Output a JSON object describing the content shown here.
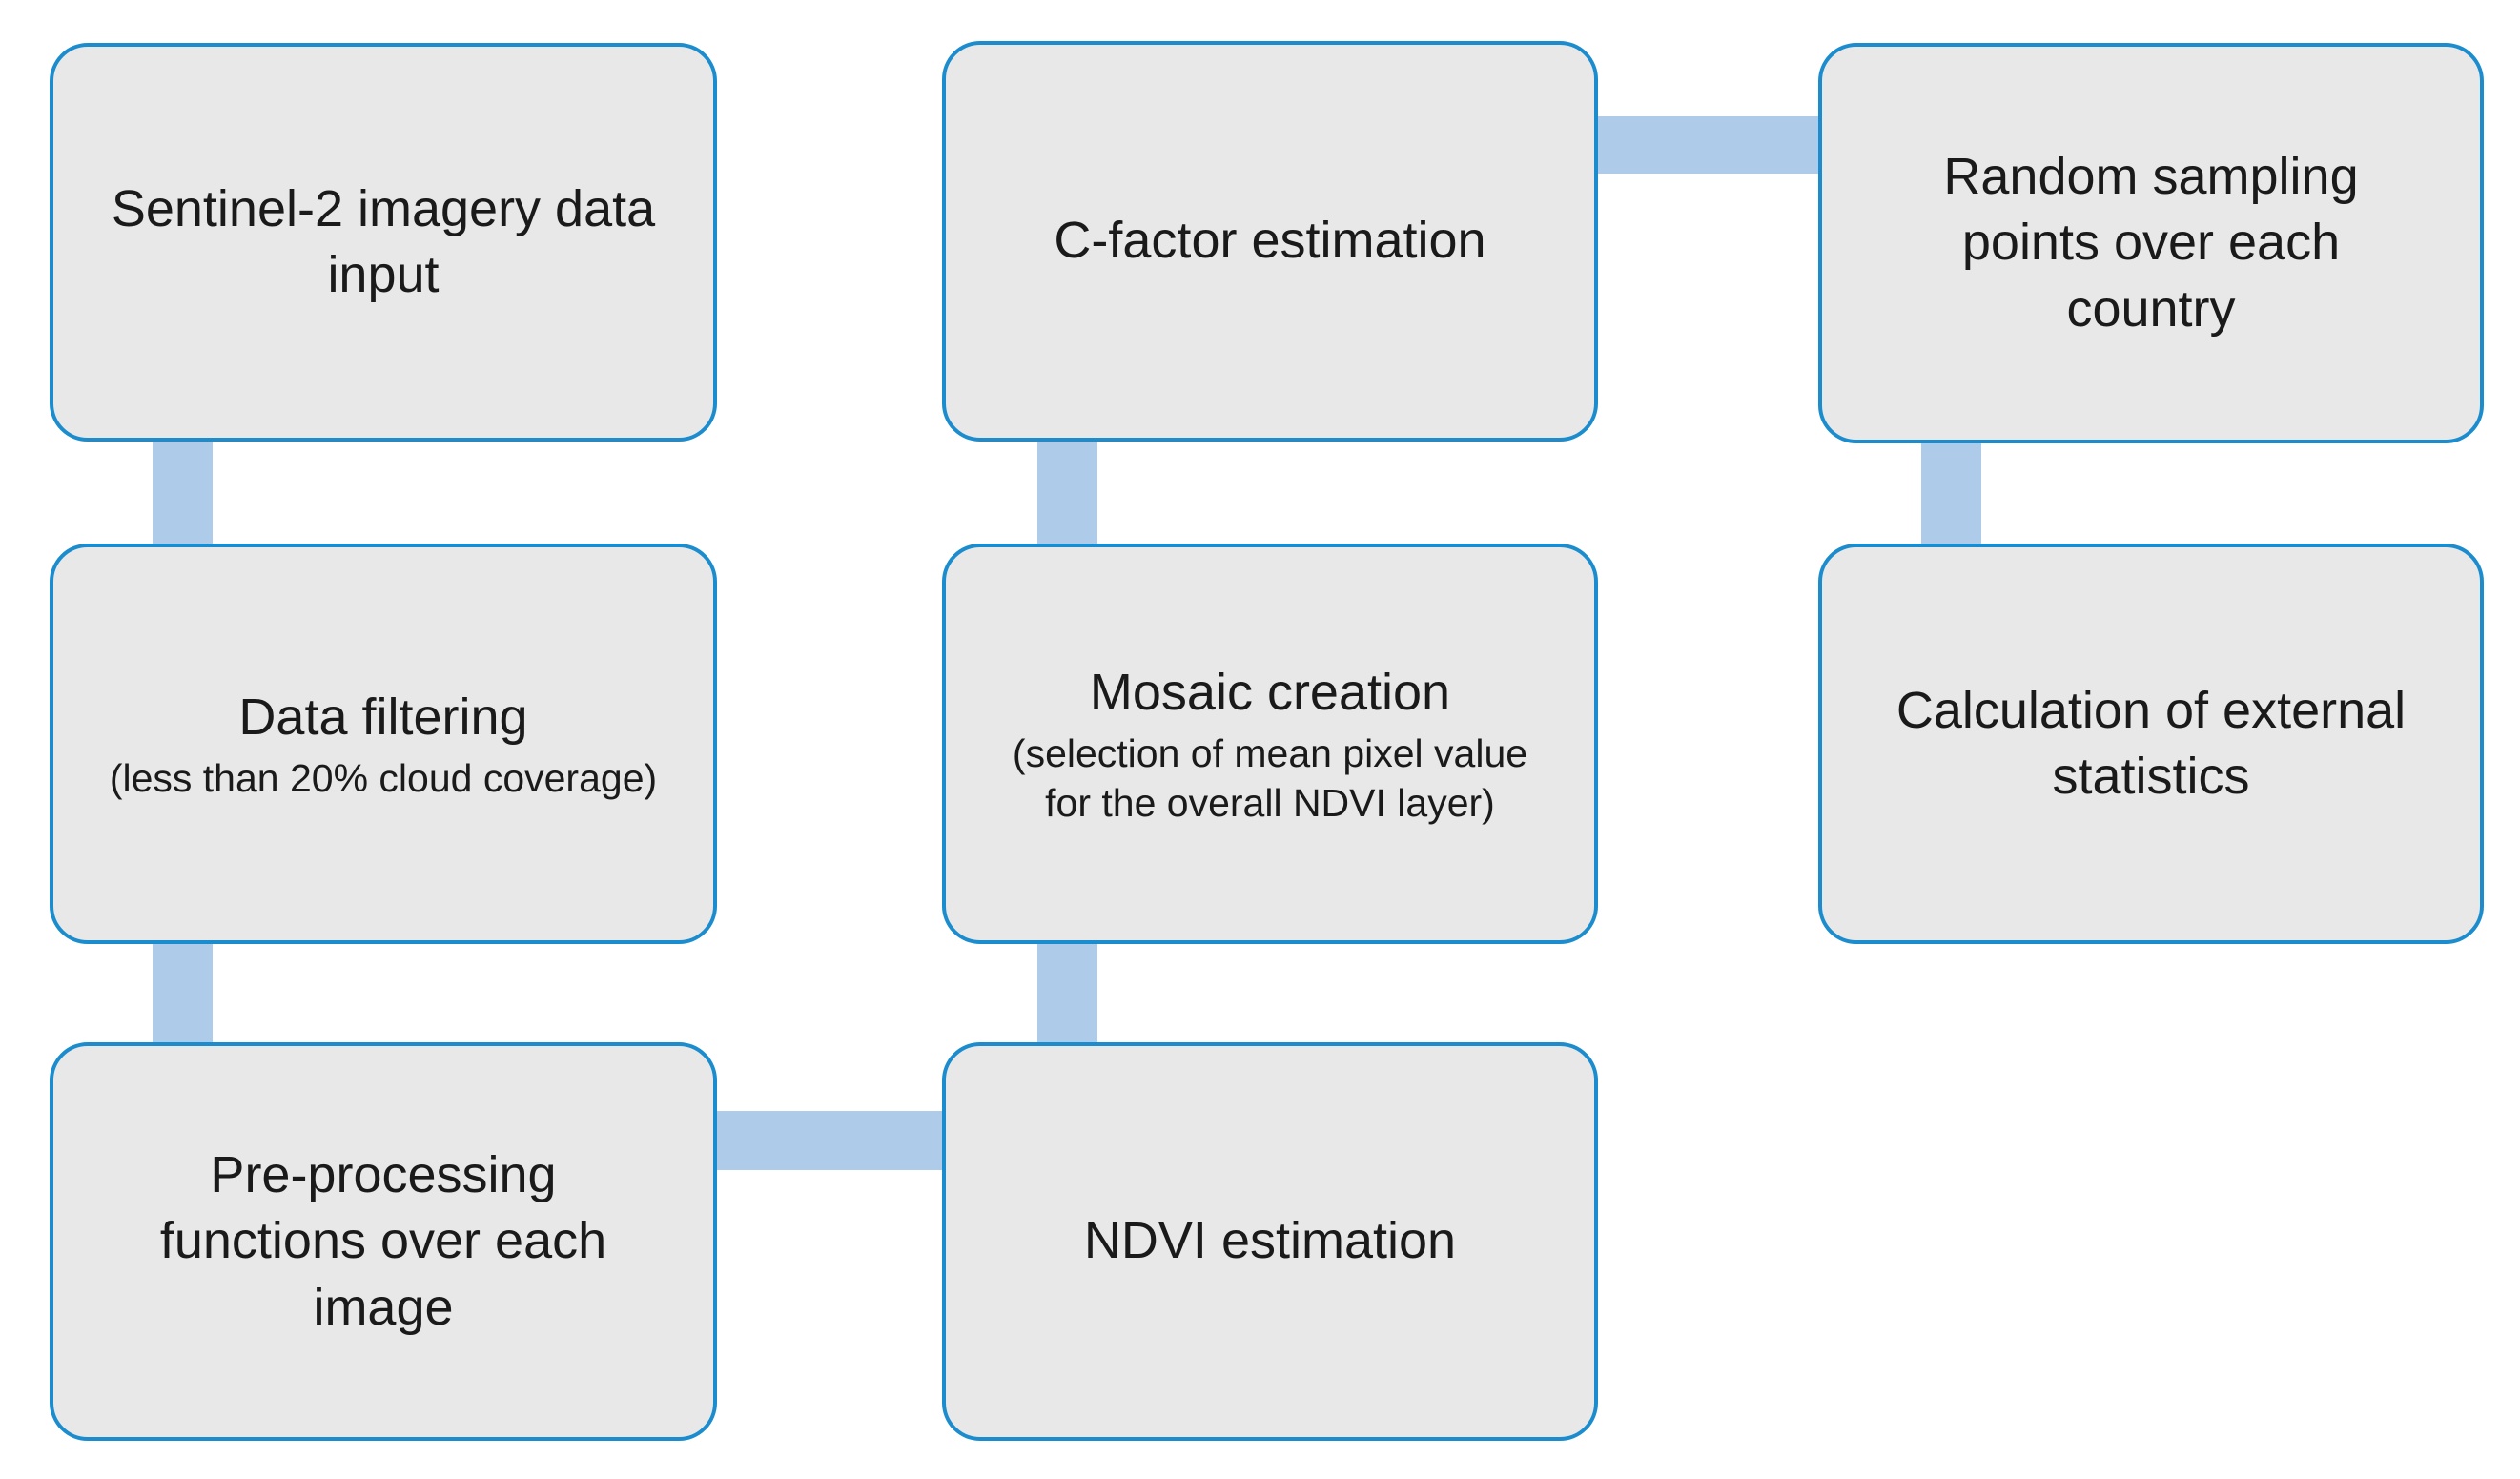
{
  "colors": {
    "accent": "#1b8ccd",
    "node_fill": "#e9e8e8",
    "connector_fill": "#aecbe9",
    "text": "#1a1a1a",
    "bg": "#ffffff"
  },
  "nodes": {
    "sentinel_input": {
      "label": "Sentinel-2 imagery data input"
    },
    "data_filtering": {
      "label": "Data filtering",
      "sublabel": "(less than 20% cloud coverage)"
    },
    "preprocessing": {
      "label": "Pre-processing functions over each image"
    },
    "cfactor": {
      "label": "C-factor estimation"
    },
    "mosaic": {
      "label": "Mosaic creation",
      "sublabel": "(selection of mean pixel value for the overall NDVI layer)"
    },
    "ndvi": {
      "label": "NDVI estimation"
    },
    "random_sampling": {
      "label": "Random sampling points over each country"
    },
    "external_stats": {
      "label": "Calculation of external statistics"
    }
  }
}
